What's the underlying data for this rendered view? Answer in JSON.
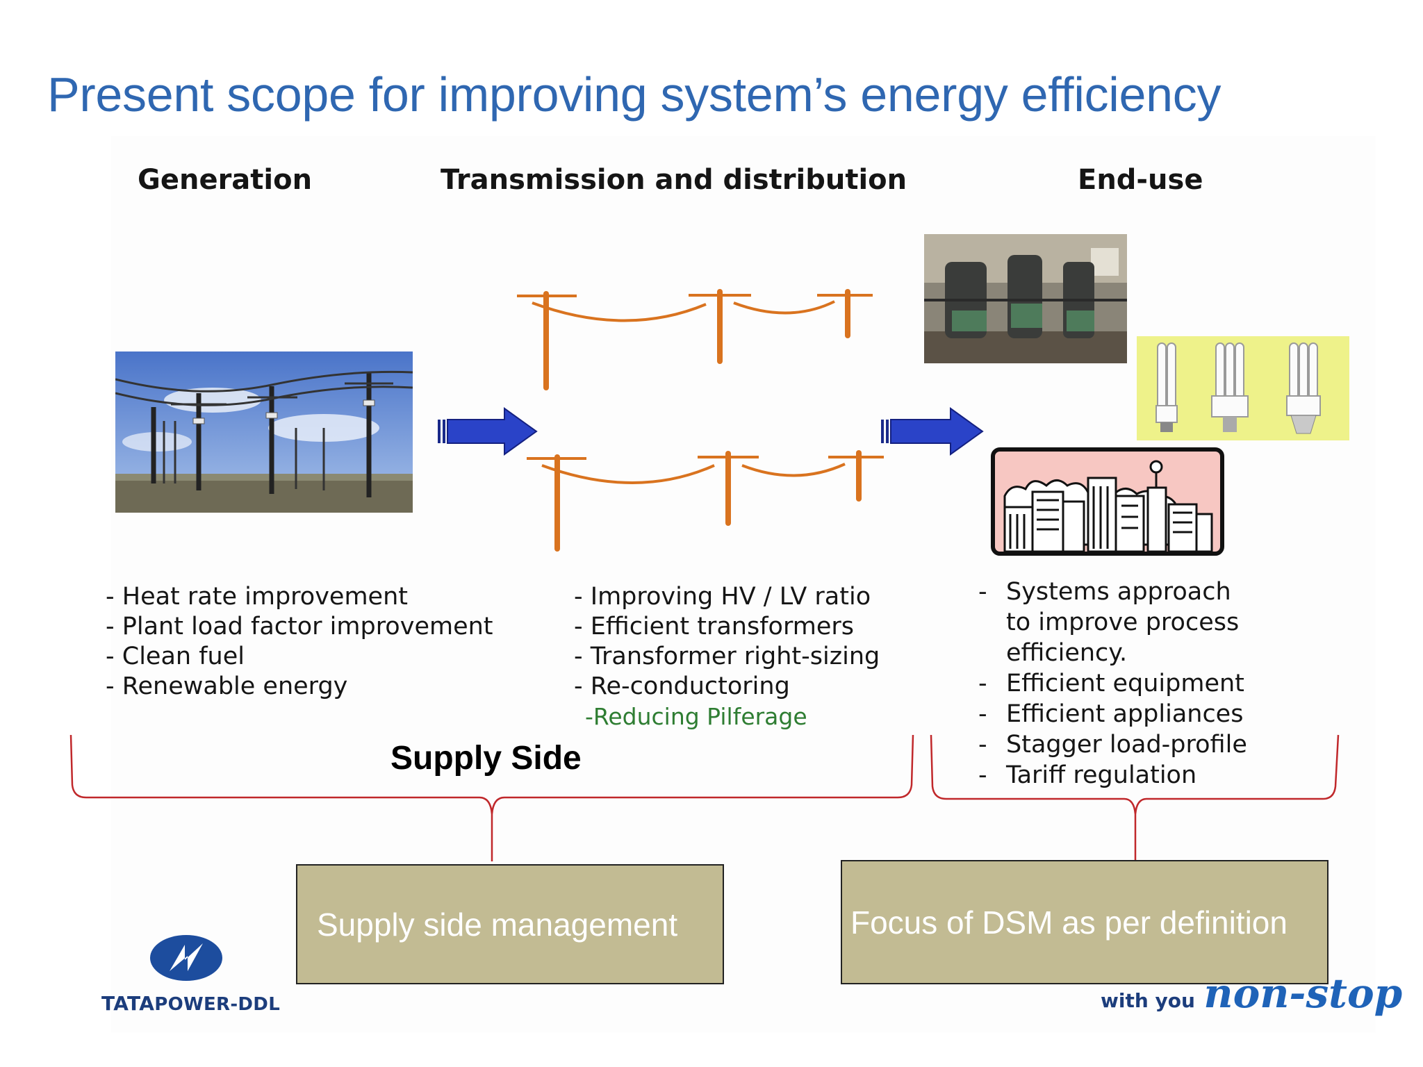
{
  "title": "Present scope for improving system’s energy efficiency",
  "columns": {
    "generation": {
      "heading": "Generation",
      "items": [
        "- Heat rate improvement",
        "- Plant load factor improvement",
        "- Clean fuel",
        "- Renewable energy"
      ]
    },
    "transmission": {
      "heading": "Transmission and distribution",
      "items": [
        "- Improving HV / LV ratio",
        "- Efficient transformers",
        "- Transformer right-sizing",
        "- Re-conductoring"
      ],
      "extra_item": "-Reducing Pilferage",
      "extra_item_color": "#2e7d32"
    },
    "enduse": {
      "heading": "End-use",
      "items": [
        {
          "dash": "-",
          "line1": "Systems approach",
          "line2": "to improve process",
          "line3": "efficiency."
        },
        {
          "dash": "-",
          "text": "Efficient equipment"
        },
        {
          "dash": "-",
          "text": "Efficient appliances"
        },
        {
          "dash": "-",
          "text": "Stagger load-profile"
        },
        {
          "dash": "-",
          "text": "Tariff regulation"
        }
      ]
    }
  },
  "supply_side_label": "Supply Side",
  "boxes": {
    "supply": "Supply side management",
    "dsm": "Focus of DSM as per definition"
  },
  "logo": {
    "brand_bold": "TATA",
    "brand_rest": "POWER-DDL",
    "tagline_small": "with you",
    "tagline_script": "non-stop"
  },
  "colors": {
    "title": "#2f67b1",
    "brace": "#c0282b",
    "box_fill": "#c2bb93",
    "arrow": "#2a43c8",
    "pole": "#d9731f"
  },
  "icons": [
    "substation-photo",
    "transmission-lines",
    "flow-arrow",
    "factory-photo",
    "cfl-bulbs-photo",
    "city-skyline-icon",
    "tata-logo-icon"
  ]
}
